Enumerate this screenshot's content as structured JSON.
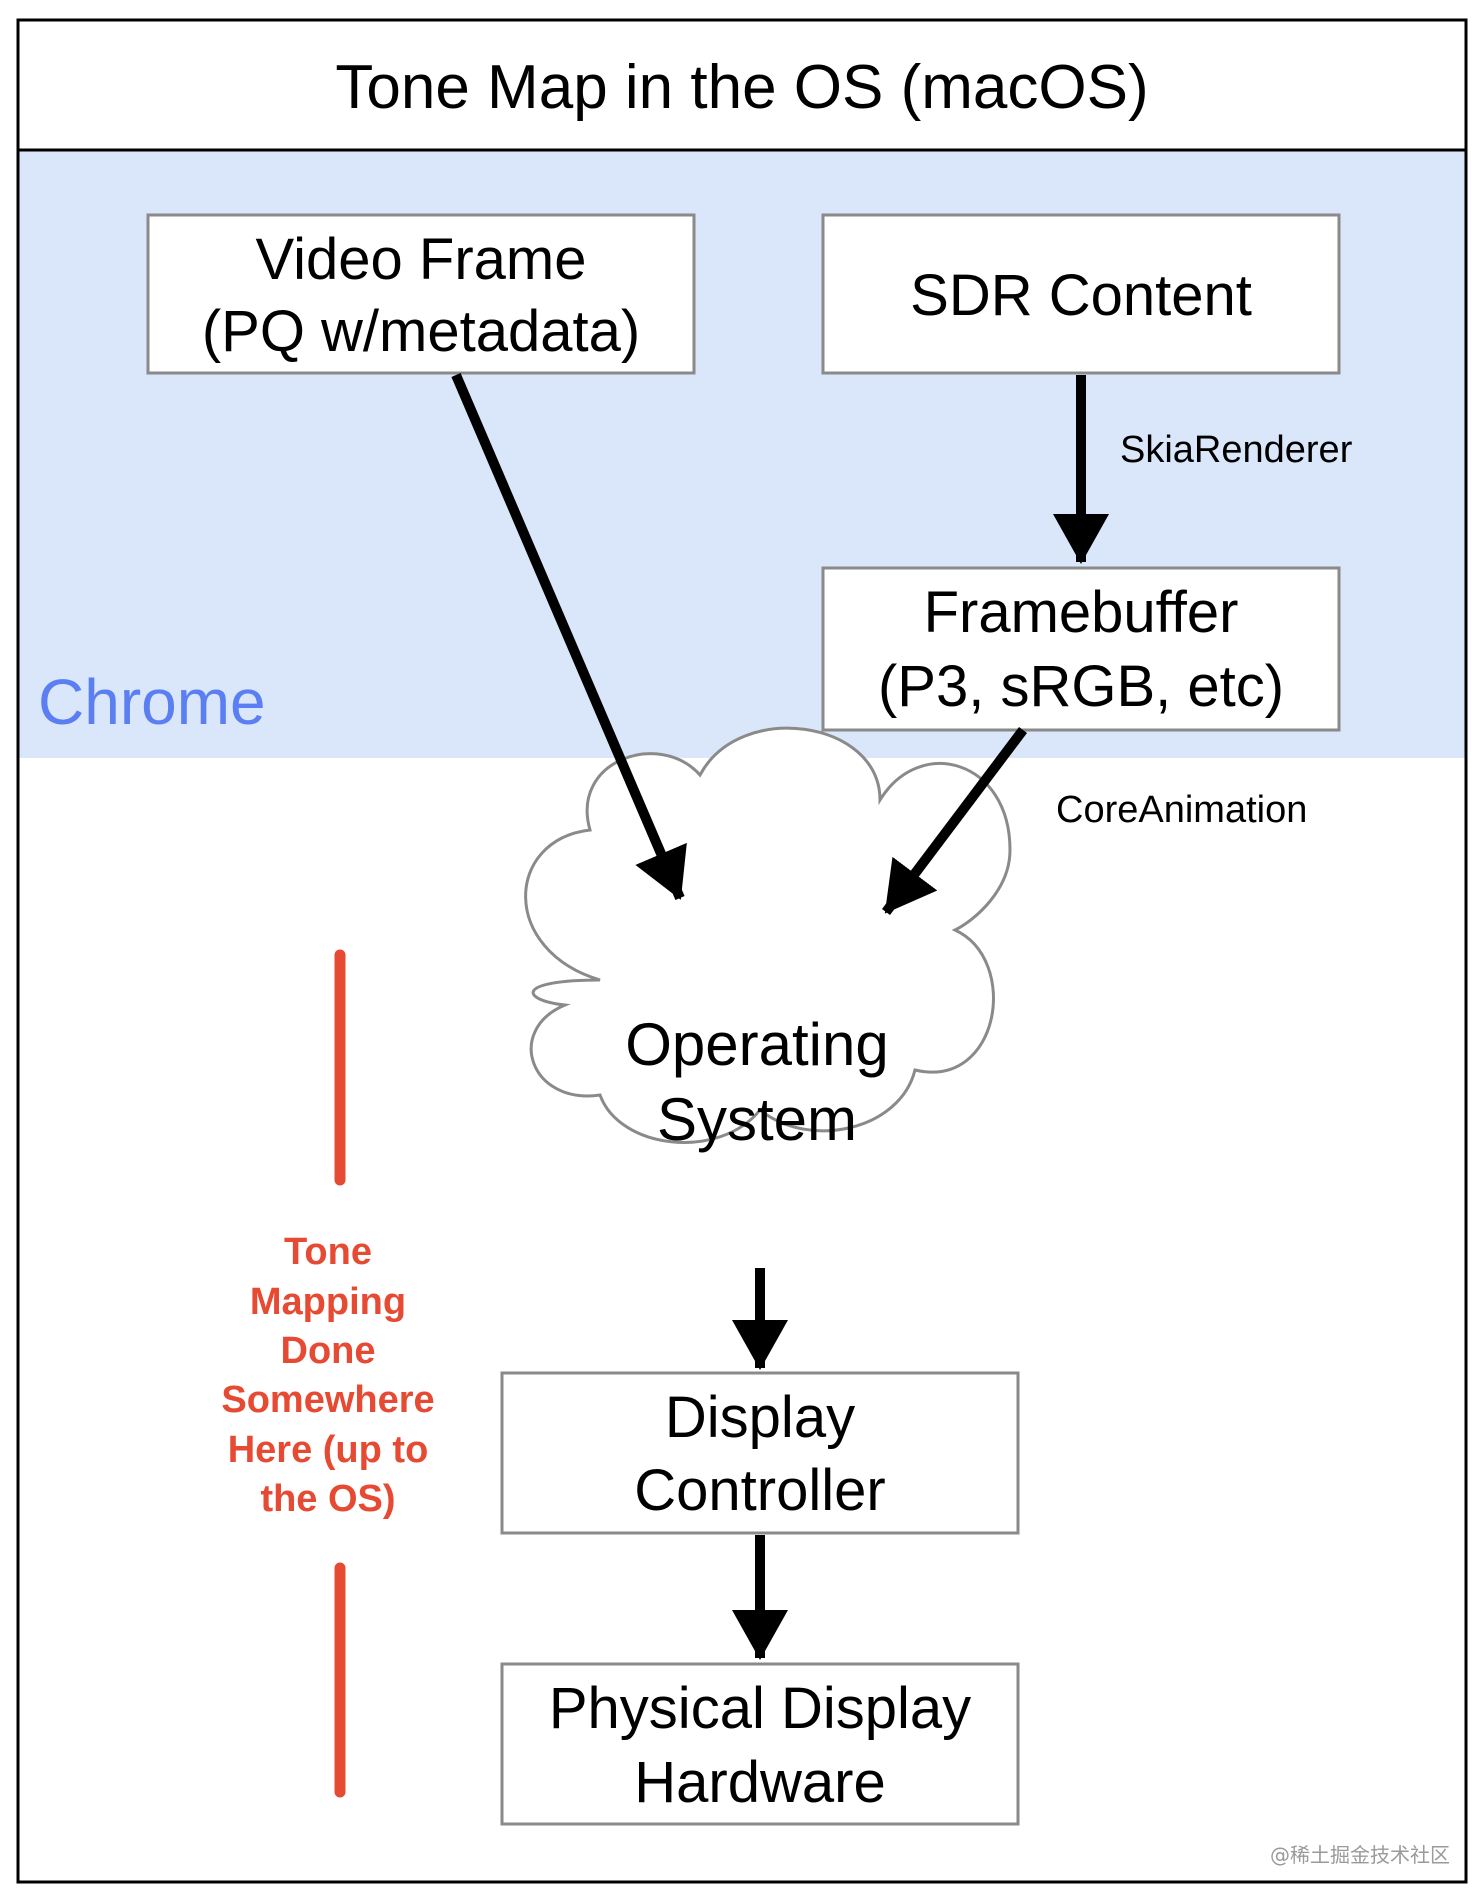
{
  "title": "Tone Map in the OS (macOS)",
  "region": {
    "label": "Chrome",
    "label_color": "#5b7ef2",
    "fill": "#dae6f9"
  },
  "nodes": {
    "video_frame": {
      "line1": "Video Frame",
      "line2": "(PQ w/metadata)"
    },
    "sdr_content": {
      "line1": "SDR Content"
    },
    "framebuffer": {
      "line1": "Framebuffer",
      "line2": "(P3, sRGB, etc)"
    },
    "operating_system": {
      "line1": "Operating",
      "line2": "System"
    },
    "display_controller": {
      "line1": "Display",
      "line2": "Controller"
    },
    "physical_display": {
      "line1": "Physical Display",
      "line2": "Hardware"
    }
  },
  "edges": {
    "skia_renderer": "SkiaRenderer",
    "core_animation": "CoreAnimation"
  },
  "note": {
    "color": "#e64a33",
    "lines": [
      "Tone",
      "Mapping",
      "Done",
      "Somewhere",
      "Here (up to",
      "the OS)"
    ]
  },
  "watermark": "@稀土掘金技术社区"
}
